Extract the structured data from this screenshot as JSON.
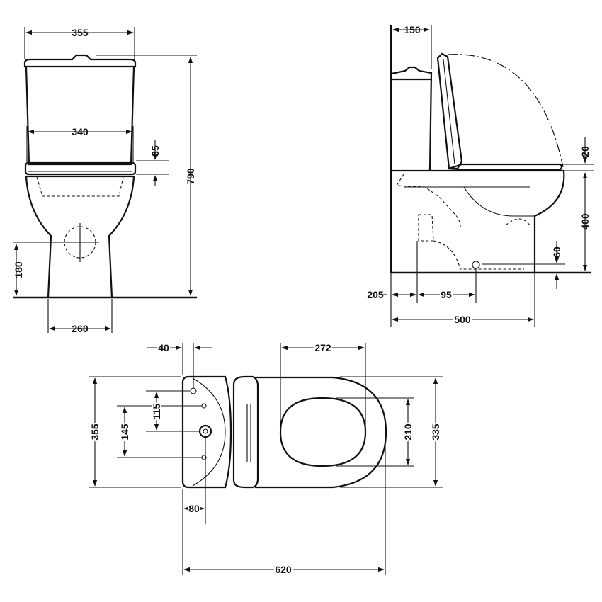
{
  "front_view": {
    "dims": {
      "overall_width": "355",
      "seat_width": "340",
      "seat_gap": "35",
      "total_height": "790",
      "outlet_height": "180",
      "base_width": "260"
    }
  },
  "side_view": {
    "dims": {
      "cistern_depth": "150",
      "seat_clearance": "20",
      "seat_height": "400",
      "outlet_height": "60",
      "wall_offset": "205",
      "outlet_offset": "95",
      "overall_depth": "500"
    }
  },
  "plan_view": {
    "dims": {
      "cistern_offset": "40",
      "seat_opening_length": "272",
      "overall_width": "355",
      "fixing_spacing": "145",
      "inlet_offset": "115",
      "seat_opening_width": "210",
      "bowl_width": "335",
      "outlet_offset": "80",
      "overall_length": "620"
    }
  }
}
